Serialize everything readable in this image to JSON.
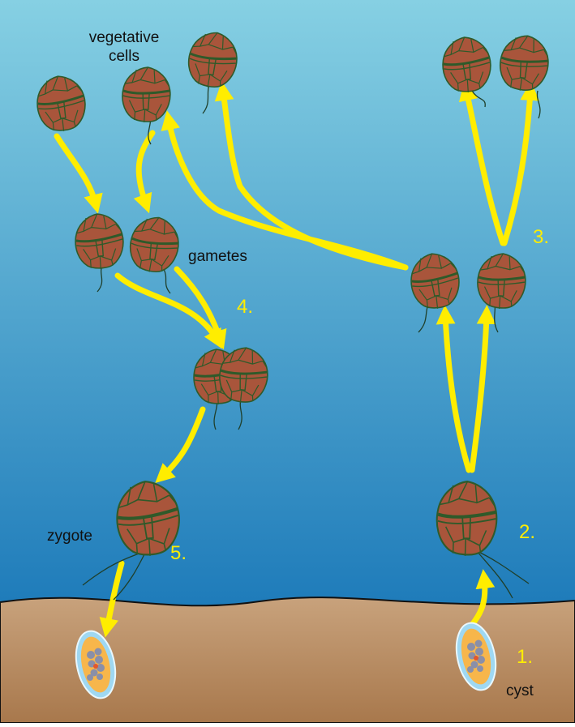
{
  "labels": {
    "vegetative_cells_line1": "vegetative",
    "vegetative_cells_line2": "cells",
    "gametes": "gametes",
    "zygote": "zygote",
    "cyst": "cyst"
  },
  "steps": [
    "1.",
    "2.",
    "3.",
    "4.",
    "5."
  ],
  "colors": {
    "water_top": "#86d0e3",
    "water_bottom": "#0a6bb2",
    "sediment_top": "#c8a27c",
    "sediment_bottom": "#a8784c",
    "arrow": "#ffed00",
    "step_number": "#ffed00",
    "cell_body": "#a9553b",
    "cell_plate_line": "#2f5a2a",
    "cyst_outer": "#9fd8f2",
    "cyst_inner": "#f7b64b",
    "cyst_granules": "#8a8fa8"
  },
  "icons": {
    "cell": "dinoflagellate-cell-icon",
    "cyst": "dinoflagellate-cyst-icon"
  }
}
